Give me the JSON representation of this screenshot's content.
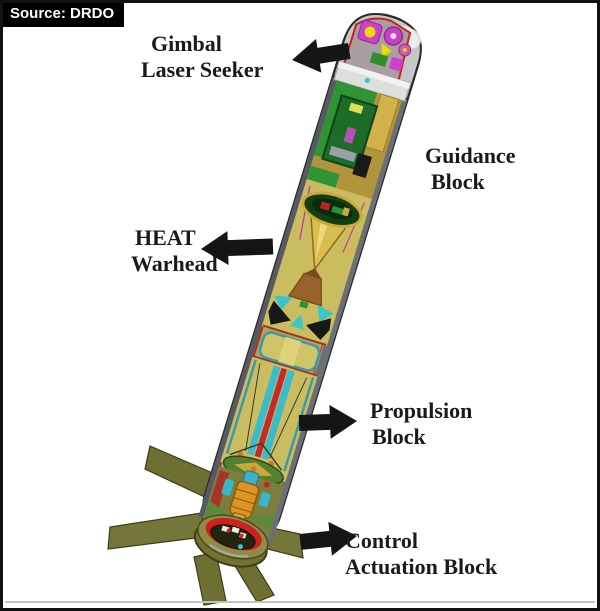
{
  "source_label": "Source: DRDO",
  "labels": {
    "gimbal": {
      "line1": "Gimbal",
      "line2": "Laser Seeker",
      "arrow": "left"
    },
    "guidance": {
      "line1": "Guidance",
      "line2": "Block",
      "arrow": "none"
    },
    "heat": {
      "line1": "HEAT",
      "line2": "Warhead",
      "arrow": "left"
    },
    "propulsion": {
      "line1": "Propulsion",
      "line2": "Block",
      "arrow": "right"
    },
    "control": {
      "line1": "Control",
      "line2": "Actuation Block",
      "arrow": "right"
    }
  },
  "palette": {
    "background": "#ffffff",
    "frame": "#111111",
    "label_text": "#1a1a1a",
    "arrow": "#151515",
    "source_bg": "#000000",
    "source_text": "#ffffff",
    "missile_olive": "#7d7d3c",
    "missile_khaki": "#c9bd60",
    "missile_gold": "#d9bd4f",
    "missile_green": "#2f9433",
    "missile_dark_green": "#1d6c27",
    "missile_red": "#cf1f1f",
    "missile_cyan": "#3bbccd",
    "missile_magenta": "#cf3ecf",
    "missile_nose_gray": "#c7c7c7",
    "missile_wall_gray": "#6b7077"
  }
}
